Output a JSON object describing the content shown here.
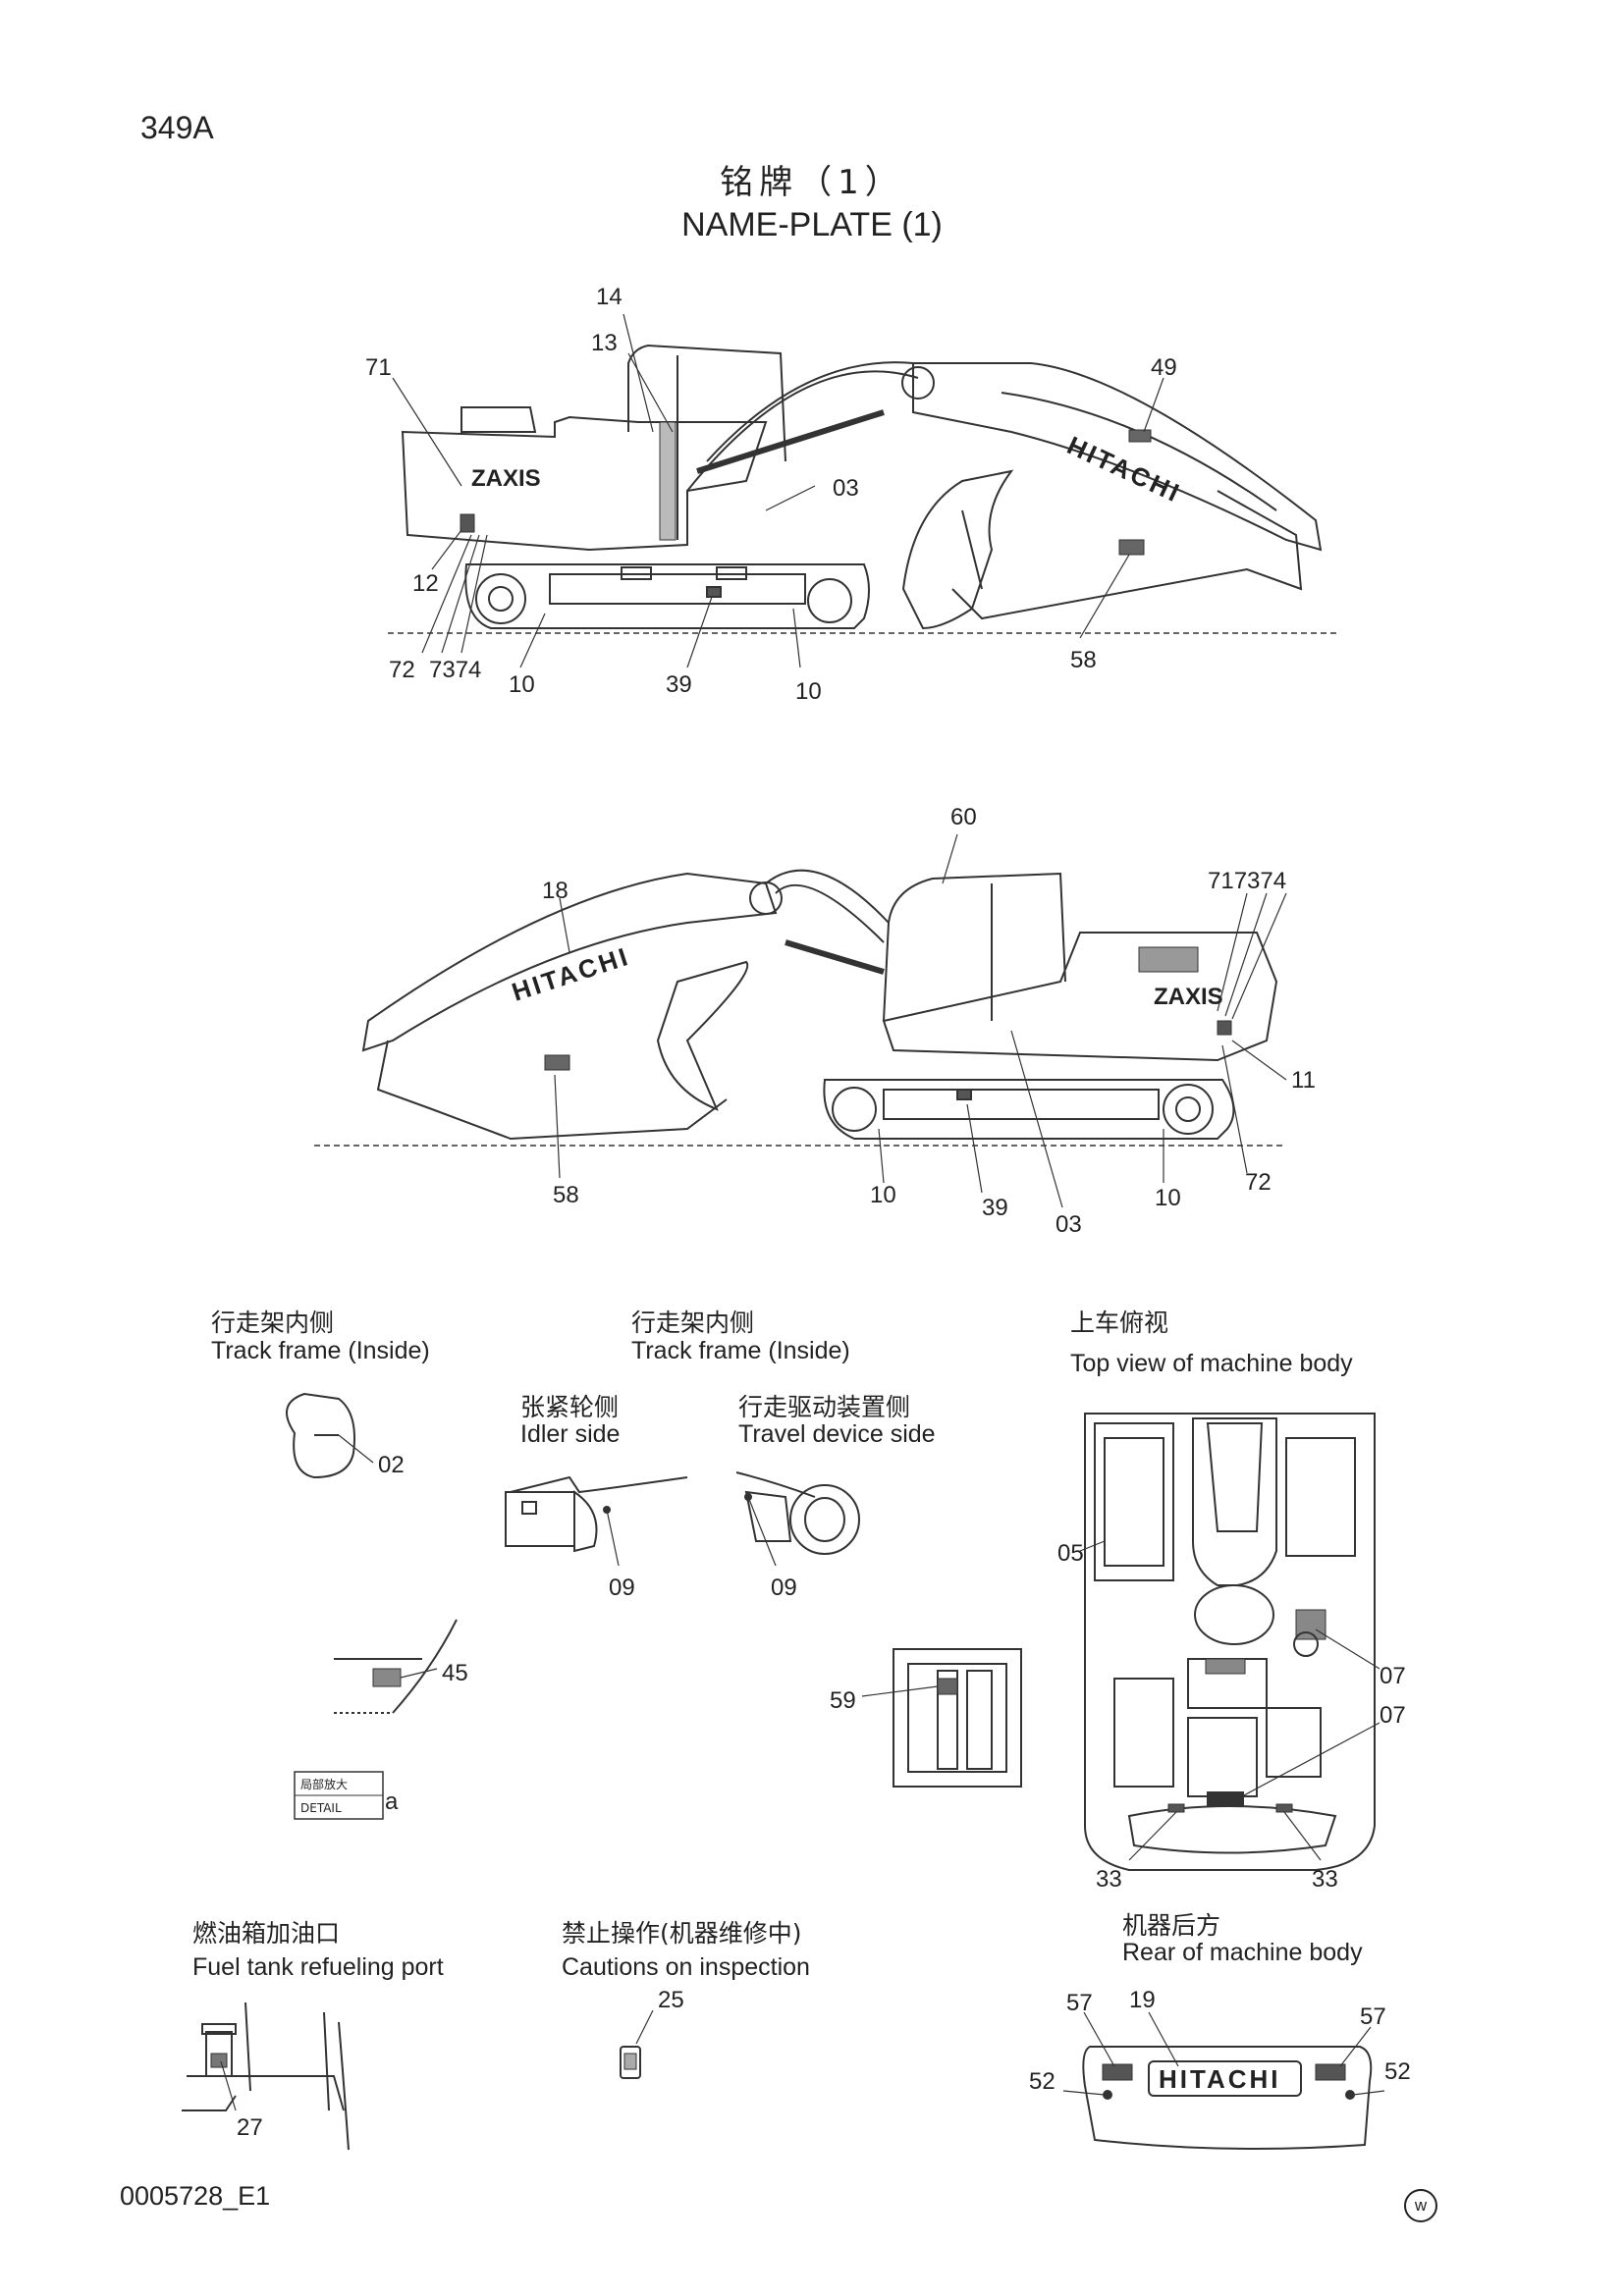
{
  "page_number": "349A",
  "title_cn": "铭牌（1）",
  "title_en": "NAME-PLATE (1)",
  "doc_code": "0005728_E1",
  "watermark": "w",
  "brand_text": "HITACHI",
  "model_text": "ZAXIS",
  "detail_cn": "局部放大",
  "detail_en": "DETAIL",
  "detail_letter": "a",
  "callouts_top": {
    "c14": "14",
    "c13": "13",
    "c71": "71",
    "c49": "49",
    "c03": "03",
    "c12": "12",
    "c72": "72",
    "c7374": "7374",
    "c10a": "10",
    "c39": "39",
    "c10b": "10",
    "c58": "58"
  },
  "callouts_mid": {
    "c60": "60",
    "c18": "18",
    "c717374": "717374",
    "c11": "11",
    "c72": "72",
    "c58": "58",
    "c10a": "10",
    "c39": "39",
    "c03": "03",
    "c10b": "10"
  },
  "callouts_details": {
    "c02": "02",
    "c09a": "09",
    "c09b": "09",
    "c05": "05",
    "c07a": "07",
    "c07b": "07",
    "c45": "45",
    "c59": "59",
    "c33a": "33",
    "c33b": "33",
    "c25": "25",
    "c27": "27",
    "c57a": "57",
    "c19": "19",
    "c57b": "57",
    "c52a": "52",
    "c52b": "52"
  },
  "sections": {
    "track_inside_1": {
      "cn": "行走架内侧",
      "en": "Track frame (Inside)"
    },
    "track_inside_2": {
      "cn": "行走架内侧",
      "en": "Track frame (Inside)"
    },
    "idler_side": {
      "cn": "张紧轮侧",
      "en": "Idler side"
    },
    "travel_device_side": {
      "cn": "行走驱动装置侧",
      "en": "Travel device side"
    },
    "top_view": {
      "cn": "上车俯视",
      "en": "Top view of machine body"
    },
    "fuel_tank": {
      "cn": "燃油箱加油口",
      "en": "Fuel tank refueling port"
    },
    "cautions": {
      "cn": "禁止操作(机器维修中)",
      "en": "Cautions on inspection"
    },
    "rear_body": {
      "cn": "机器后方",
      "en": "Rear of machine body"
    }
  }
}
